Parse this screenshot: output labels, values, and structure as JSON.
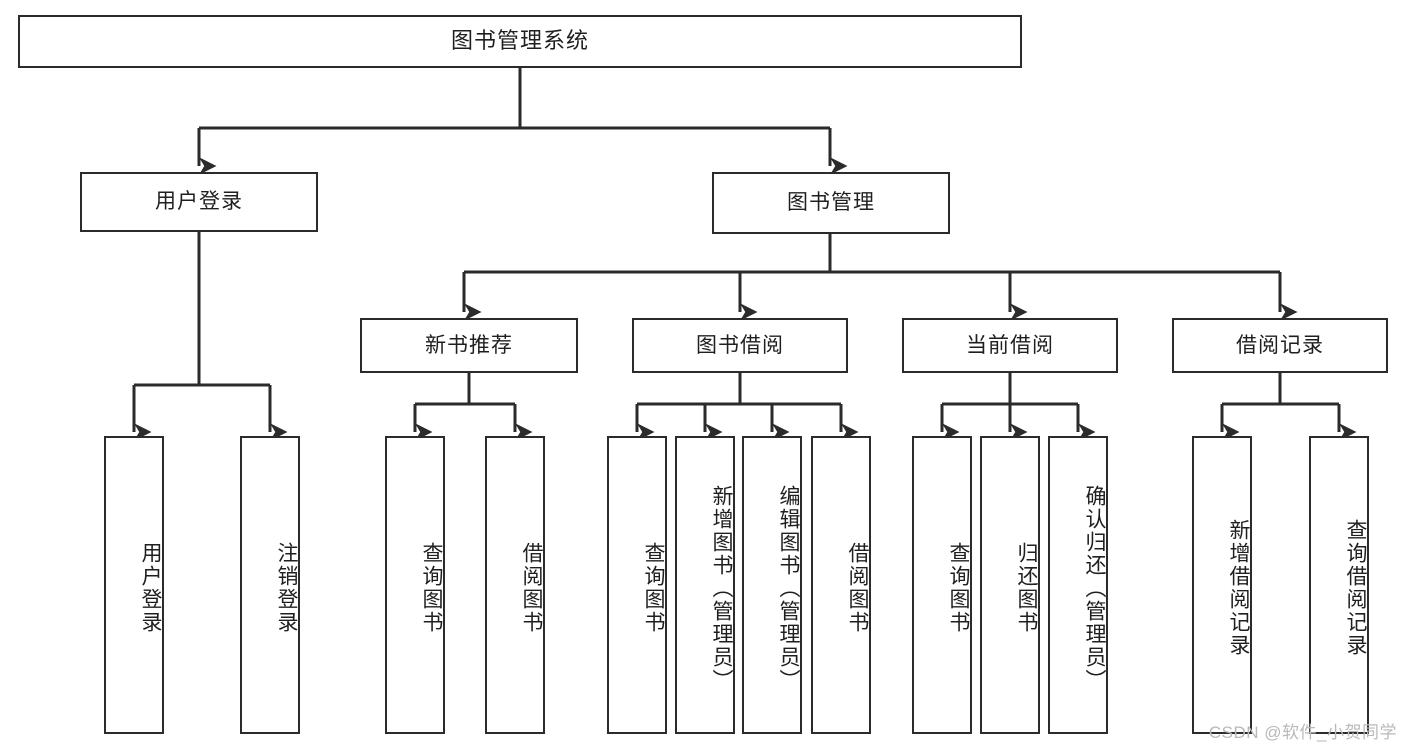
{
  "diagram": {
    "title": "图书管理系统",
    "type": "tree",
    "colors": {
      "box_border": "#2b2b2b",
      "box_fill": "#ffffff",
      "edge": "#2b2b2b",
      "text": "#1f1f1f",
      "watermark": "#b9b9b9"
    },
    "root": {
      "label": "图书管理系统"
    },
    "level2": [
      {
        "id": "user-login",
        "label": "用户登录"
      },
      {
        "id": "book-manage",
        "label": "图书管理"
      }
    ],
    "level3": [
      {
        "id": "new-book-recommend",
        "label": "新书推荐"
      },
      {
        "id": "book-borrow",
        "label": "图书借阅"
      },
      {
        "id": "current-borrow",
        "label": "当前借阅"
      },
      {
        "id": "borrow-record",
        "label": "借阅记录"
      }
    ],
    "leaves": {
      "user_login": [
        {
          "id": "leaf-user-login",
          "label": "用户登录"
        },
        {
          "id": "leaf-logout-login",
          "label": "注销登录"
        }
      ],
      "new_book_recommend": [
        {
          "id": "leaf-query-book-1",
          "label": "查询图书"
        },
        {
          "id": "leaf-borrow-book-1",
          "label": "借阅图书"
        }
      ],
      "book_borrow": [
        {
          "id": "leaf-query-book-2",
          "label": "查询图书"
        },
        {
          "id": "leaf-add-book",
          "label": "新增图书（管理员）"
        },
        {
          "id": "leaf-edit-book",
          "label": "编辑图书（管理员）"
        },
        {
          "id": "leaf-borrow-book-2",
          "label": "借阅图书"
        }
      ],
      "current_borrow": [
        {
          "id": "leaf-query-book-3",
          "label": "查询图书"
        },
        {
          "id": "leaf-return-book",
          "label": "归还图书"
        },
        {
          "id": "leaf-confirm-return",
          "label": "确认归还（管理员）"
        }
      ],
      "borrow_record": [
        {
          "id": "leaf-add-record",
          "label": "新增借阅记录"
        },
        {
          "id": "leaf-query-record",
          "label": "查询借阅记录"
        }
      ]
    }
  },
  "watermark": {
    "text": "CSDN @软件_小贺同学"
  }
}
